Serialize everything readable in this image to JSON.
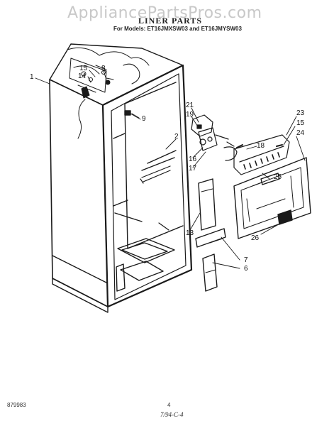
{
  "watermark": "AppliancePartsPros.com",
  "header": {
    "title": "LINER PARTS",
    "models": "For Models: ET16JMXSW03 and ET16JMYSW03"
  },
  "callouts": {
    "c1": "1",
    "c15a": "15",
    "c14": "14",
    "c8": "8",
    "c9": "9",
    "c21": "21",
    "c19": "19",
    "c2": "2",
    "c16": "16",
    "c17": "17",
    "c18": "18",
    "c23": "23",
    "c15b": "15",
    "c24": "24",
    "c25": "25",
    "c13": "13",
    "c26": "26",
    "c7": "7",
    "c6": "6"
  },
  "footer": {
    "code": "879983",
    "page": "4",
    "handwritten": "7/94-C-4"
  },
  "colors": {
    "line": "#1a1a1a",
    "watermark": "#c8c8c8",
    "background": "#ffffff"
  }
}
